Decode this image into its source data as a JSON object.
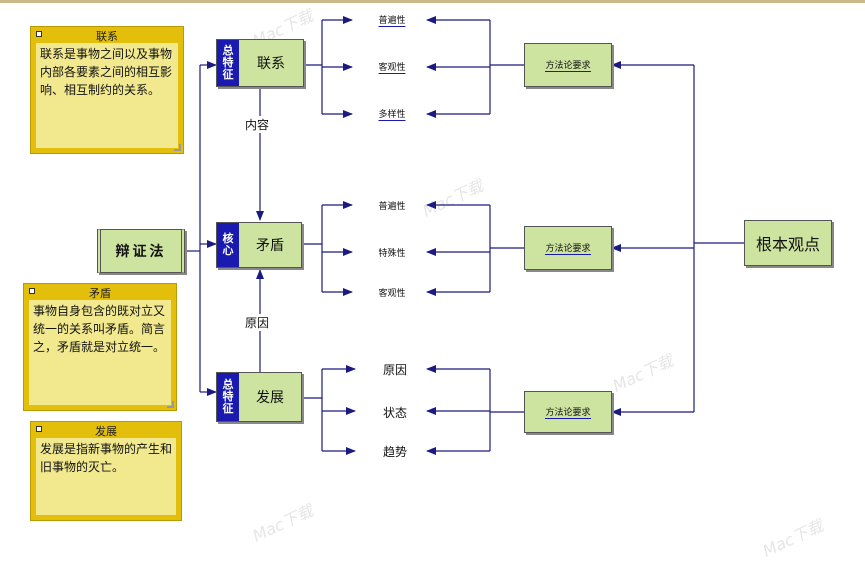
{
  "notes": [
    {
      "title": "联系",
      "body": "联系是事物之间以及事物内部各要素之间的相互影响、相互制约的关系。"
    },
    {
      "title": "矛盾",
      "body": "事物自身包含的既对立又统一的关系叫矛盾。简言之，矛盾就是对立统一。"
    },
    {
      "title": "发展",
      "body": "发展是指新事物的产生和旧事物的灭亡。"
    }
  ],
  "root": {
    "label": "辩证法"
  },
  "main": [
    {
      "tag": "总特征",
      "label": "联系"
    },
    {
      "tag": "核心",
      "label": "矛盾"
    },
    {
      "tag": "总特征",
      "label": "发展"
    }
  ],
  "edges": {
    "content": "内容",
    "cause": "原因"
  },
  "leaves": {
    "group1": [
      "普遍性",
      "客观性",
      "多样性"
    ],
    "group2": [
      "普遍性",
      "特殊性",
      "客观性"
    ],
    "group3": [
      "原因",
      "状态",
      "趋势"
    ]
  },
  "method": [
    "方法论要求",
    "方法论要求",
    "方法论要求"
  ],
  "viewpoint": {
    "label": "根本观点"
  },
  "colors": {
    "line": "#1a1a80",
    "box_fill": "#cde3a0",
    "tag_fill": "#1a1ab0",
    "note_fill": "#e3bf0b",
    "note_body": "#f2e98e"
  }
}
